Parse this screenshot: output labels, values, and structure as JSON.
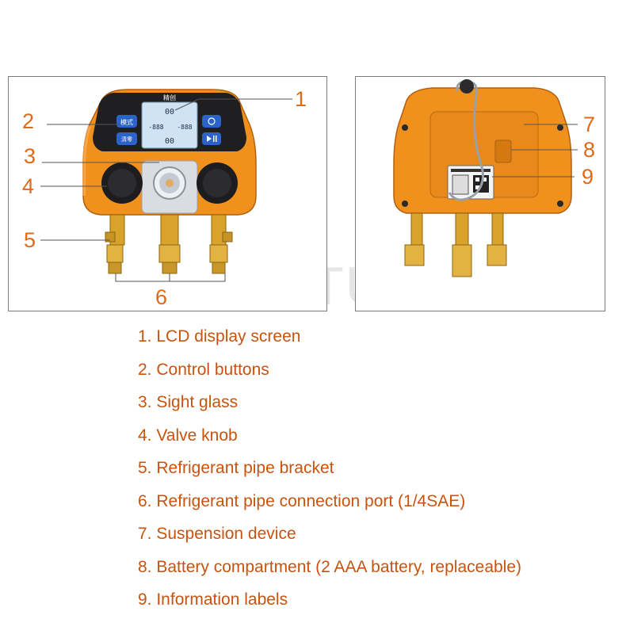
{
  "callouts": {
    "c1": "1",
    "c2": "2",
    "c3": "3",
    "c4": "4",
    "c5": "5",
    "c6": "6",
    "c7": "7",
    "c8": "8",
    "c9": "9"
  },
  "watermark": "KOTUMY",
  "device_front": {
    "brand_text": "精创",
    "btn_mode": "模式",
    "btn_clear": "清零",
    "lcd_top": "00",
    "lcd_mid_left": "-888",
    "lcd_mid_right": "-888",
    "lcd_bottom": "00"
  },
  "features": [
    "1. LCD display screen",
    "2. Control buttons",
    "3. Sight glass",
    "4. Valve knob",
    "5. Refrigerant pipe bracket",
    "6. Refrigerant pipe connection port (1/4SAE)",
    "7. Suspension device",
    "8. Battery compartment (2 AAA battery, replaceable)",
    "9. Information labels"
  ],
  "colors": {
    "orange_body": "#f0911e",
    "orange_dark": "#c96a12",
    "brass": "#d9a32b",
    "label_text": "#c8530f",
    "lcd_screen": "#cfe3f5"
  },
  "icons": [
    "power-icon",
    "play-pause-icon",
    "clear-zero-icon"
  ]
}
